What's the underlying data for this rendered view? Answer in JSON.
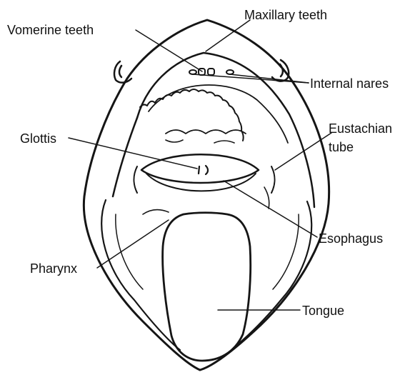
{
  "labels": {
    "maxillary_teeth": "Maxillary teeth",
    "vomerine_teeth": "Vomerine teeth",
    "internal_nares": "Internal nares",
    "glottis": "Glottis",
    "eustachian_tube_line1": "Eustachian",
    "eustachian_tube_line2": "tube",
    "esophagus": "Esophagus",
    "pharynx": "Pharynx",
    "tongue": "Tongue"
  },
  "colors": {
    "ink": "#151515",
    "background": "#ffffff"
  }
}
